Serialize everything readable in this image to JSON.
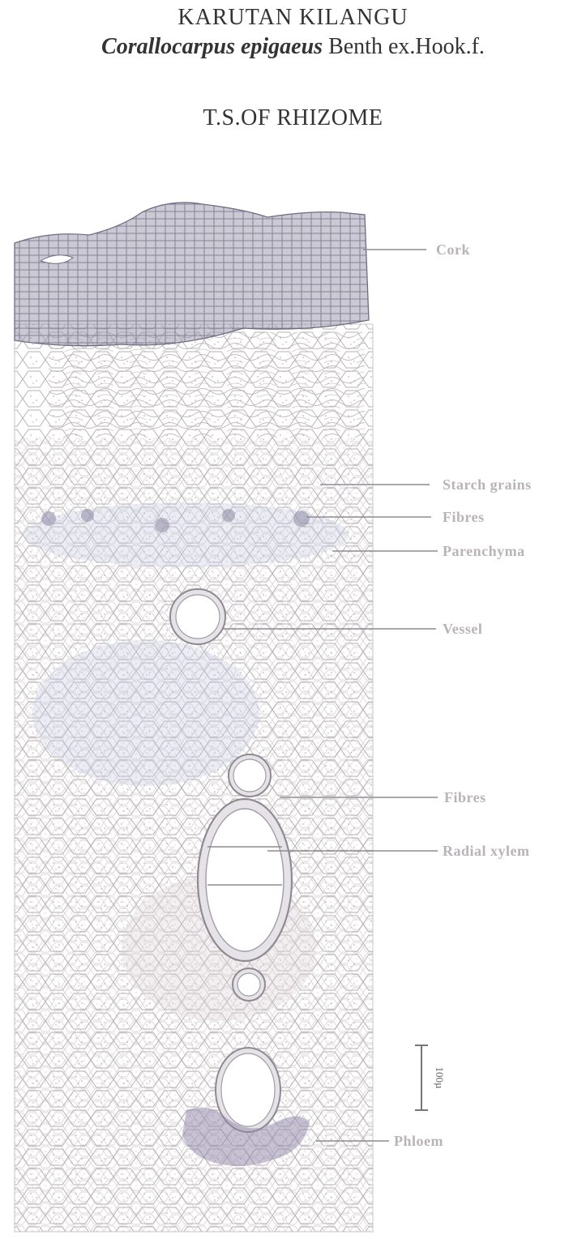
{
  "header": {
    "local_name": "KARUTAN KILANGU",
    "species": "Corallocarpus epigaeus",
    "authority": "Benth ex.Hook.f.",
    "section_title": "T.S.OF RHIZOME"
  },
  "labels": {
    "cork": "Cork",
    "starch_grains": "Starch grains",
    "fibres_1": "Fibres",
    "parenchyma": "Parenchyma",
    "vessel": "Vessel",
    "fibres_2": "Fibres",
    "radial_xylem": "Radial xylem",
    "phloem": "Phloem"
  },
  "scale_bar": "100µ",
  "colors": {
    "cell_wall": "#b8b2b6",
    "cork": "#8b8799",
    "tissue_tint": "#c7c9e0",
    "label": "#b9b3b8",
    "title": "#333333"
  }
}
